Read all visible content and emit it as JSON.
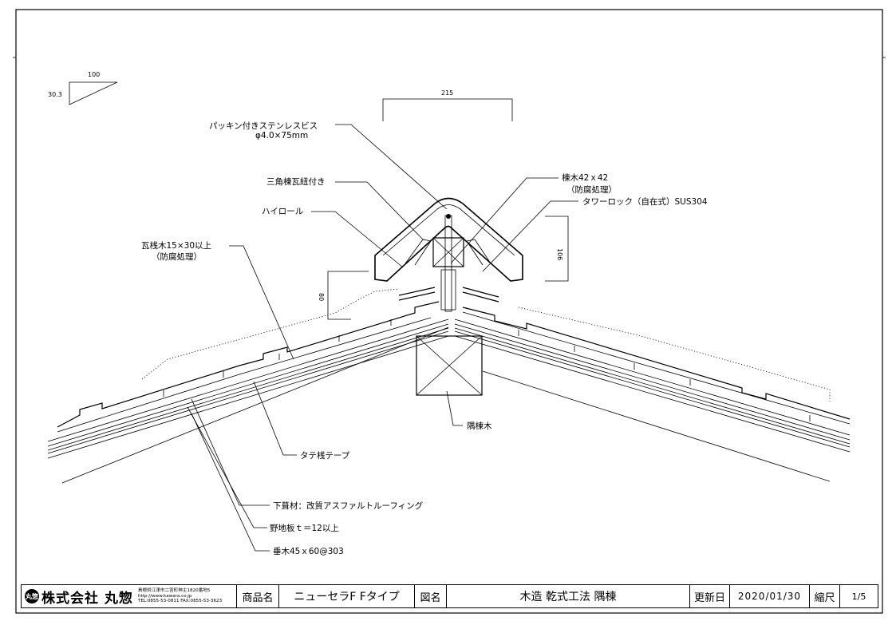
{
  "labels": {
    "screw_line1": "パッキン付きステンレスビス",
    "screw_line2": "φ4.0×75mm",
    "ridge_tile": "三角棟瓦紐付き",
    "hiroll": "ハイロール",
    "batten_line1": "瓦桟木15×30以上",
    "batten_line2": "（防腐処理）",
    "ridge_wood_line1": "棟木42ｘ42",
    "ridge_wood_line2": "（防腐処理）",
    "tower_lock": "タワーロック（自在式）SUS304",
    "hip_ridge_wood": "隅棟木",
    "tate_tape": "タテ桟テープ",
    "underlay": "下葺材：改質アスファルトルーフィング",
    "sheathing": "野地板ｔ＝12以上",
    "rafter": "垂木45ｘ60@303"
  },
  "dimensions": {
    "slope_run": "100",
    "slope_rise": "30.3",
    "top_width": "215",
    "right_height": "106",
    "left_height": "80"
  },
  "titleblock": {
    "logo_text": "丸惣",
    "company": "株式会社 丸惣",
    "addr1": "島根県江津市二宮町神主1820番地5",
    "addr2": "http://www.kawara.co.jp",
    "addr3": "TEL:0855-53-0811 FAX:0855-53-3623",
    "product_label": "商品名",
    "product_value": "ニューセラF Fタイプ",
    "drawing_label": "図名",
    "drawing_value": "木造 乾式工法 隅棟",
    "updated_label": "更新日",
    "updated_value": "2020/01/30",
    "scale_label": "縮尺",
    "scale_value": "1/5"
  }
}
